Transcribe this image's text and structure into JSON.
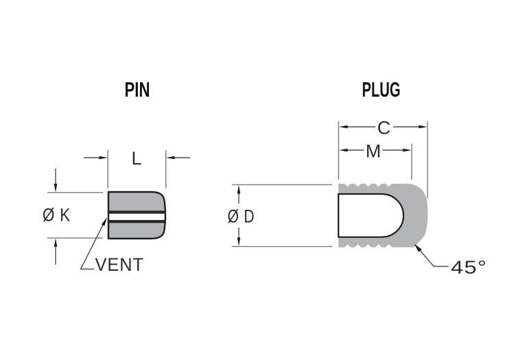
{
  "drawing": {
    "pin": {
      "title": "PIN",
      "labels": {
        "length": "L",
        "diameter": "Ø K",
        "vent": "VENT"
      }
    },
    "plug": {
      "title": "PLUG",
      "labels": {
        "overall_length": "C",
        "inner_depth": "M",
        "diameter": "Ø D",
        "chamfer_angle": "45°"
      }
    },
    "colors": {
      "bg": "#ffffff",
      "part_fill": "#b4b5b7",
      "outline": "#1d1d1f",
      "dimension_lines": "#7a7a7c",
      "dim_dark": "#4c4c4e",
      "arrow": "#1a1a1c",
      "text": "#2b2b2d"
    }
  }
}
